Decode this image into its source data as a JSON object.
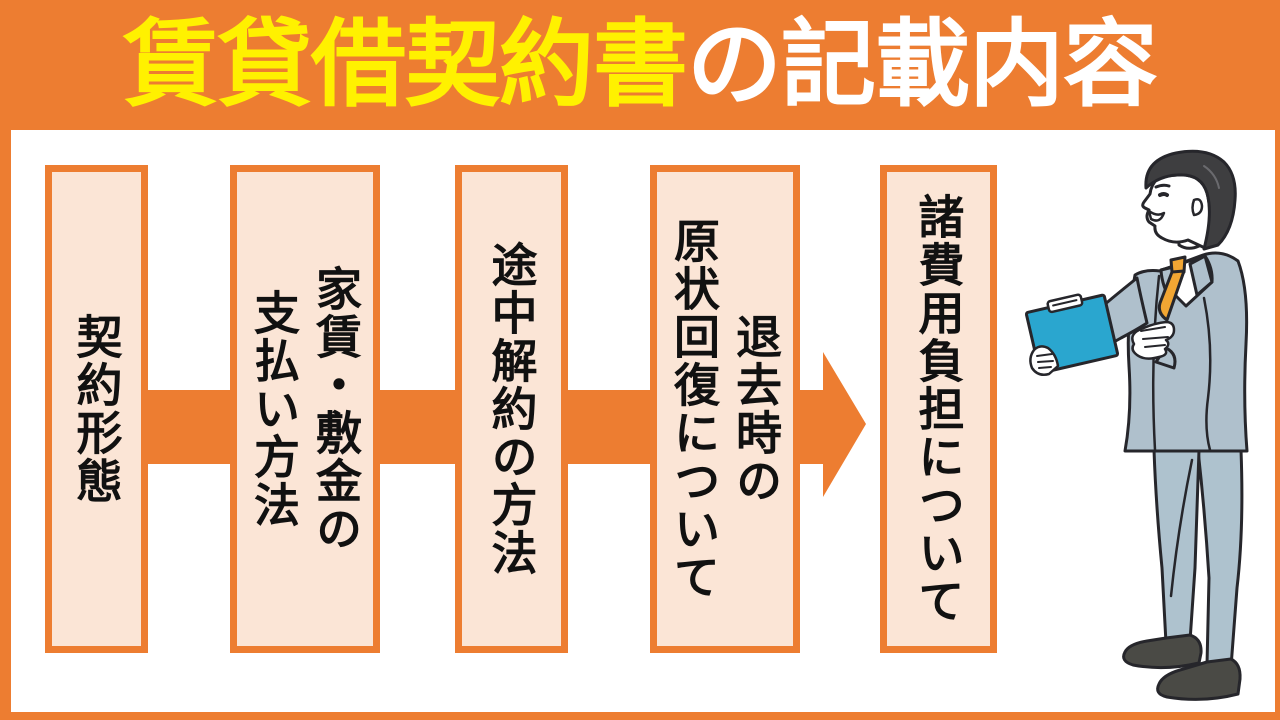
{
  "header": {
    "title_highlight": "賃貸借契約書",
    "title_rest": "の記載内容"
  },
  "flow_boxes": [
    {
      "lines": [
        "契約形態",
        ""
      ]
    },
    {
      "lines": [
        "家賃・敷金の",
        "支払い方法"
      ]
    },
    {
      "lines": [
        "途中解約の方法",
        ""
      ]
    },
    {
      "lines": [
        "退去時の",
        "原状回復について"
      ]
    },
    {
      "lines": [
        "諸費用負担について",
        ""
      ]
    }
  ],
  "illustration": {
    "name": "businessman-holding-clipboard"
  },
  "colors": {
    "orange": "#ED7D31",
    "box_fill": "#FBE5D6",
    "title_yellow": "#FFF100",
    "title_white": "#FFFFFF",
    "text_black": "#111111",
    "outline": "#26262b",
    "suit_gray": "#AFC0CC",
    "trouser_gray": "#AEC2CE",
    "clipboard_teal": "#2AA6CF",
    "tie_orange": "#F2A633",
    "hair_dark": "#3E3E40",
    "shoe_dark": "#4A4A45"
  }
}
